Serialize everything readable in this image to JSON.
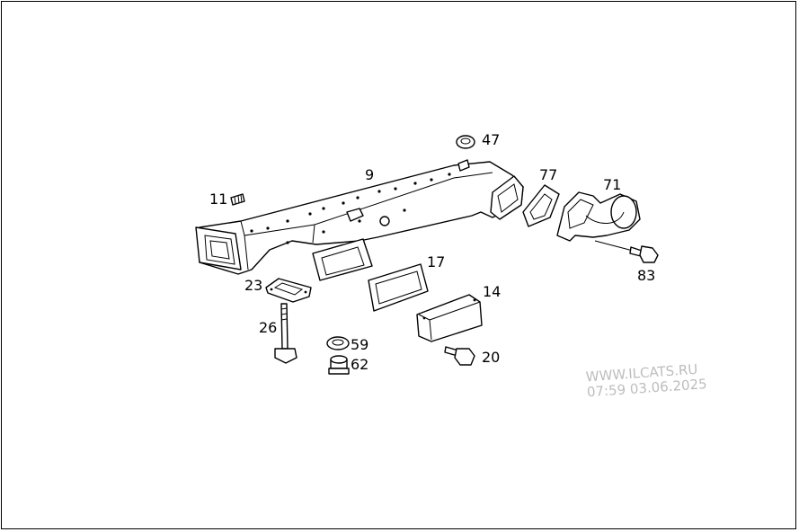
{
  "labels": {
    "p9": "9",
    "p11": "11",
    "p14": "14",
    "p17": "17",
    "p20": "20",
    "p23": "23",
    "p26": "26",
    "p47": "47",
    "p59": "59",
    "p62": "62",
    "p71": "71",
    "p77": "77",
    "p83": "83"
  },
  "watermark": {
    "site": "WWW.ILCATS.RU",
    "timestamp": "07:59 03.06.2025"
  },
  "colors": {
    "line": "#000000",
    "background": "#ffffff",
    "watermark": "#bdbdbd"
  }
}
